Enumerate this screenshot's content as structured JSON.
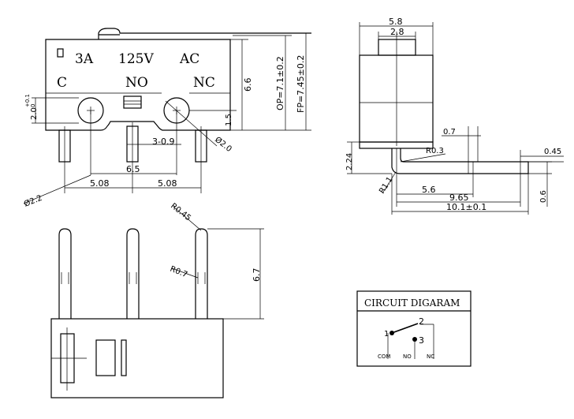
{
  "front_view": {
    "rating_current": "3A",
    "rating_voltage": "125V",
    "rating_type": "AC",
    "terminal_c": "C",
    "terminal_no": "NO",
    "terminal_nc": "NC",
    "dim_hole_dia_tol_upper": "+0.1",
    "dim_hole_dia_tol_lower": "0",
    "dim_hole_dia_base": "2.0",
    "dim_hole_dia_label": "Ø2.0",
    "dim_height_6_6": "6.6",
    "dim_op": "OP=7.1±0.2",
    "dim_fp": "FP=7.45±0.2",
    "dim_1_5": "1.5",
    "dim_pin_3_0_9": "3-0.9",
    "dim_6_5": "6.5",
    "dim_pitch_left": "5.08",
    "dim_pitch_right": "5.08",
    "dim_dia_2_2": "Ø2.2"
  },
  "side_view": {
    "dim_5_8": "5.8",
    "dim_2_8": "2.8",
    "dim_0_7": "0.7",
    "dim_r0_3": "R0.3",
    "dim_0_45": "0.45",
    "dim_2_24": "2.24",
    "dim_r1_1": "R1.1",
    "dim_5_6": "5.6",
    "dim_9_65": "9.65",
    "dim_0_6": "0.6",
    "dim_10_1": "10.1±0.1"
  },
  "bottom_view": {
    "dim_r0_45": "R0.45",
    "dim_r0_7": "R0.7",
    "dim_6_7": "6.7"
  },
  "circuit": {
    "title": "CIRCUIT DIGARAM",
    "pin_1": "1",
    "pin_2": "2",
    "pin_3": "3",
    "label_com": "COM",
    "label_no": "NO",
    "label_nc": "NC"
  }
}
